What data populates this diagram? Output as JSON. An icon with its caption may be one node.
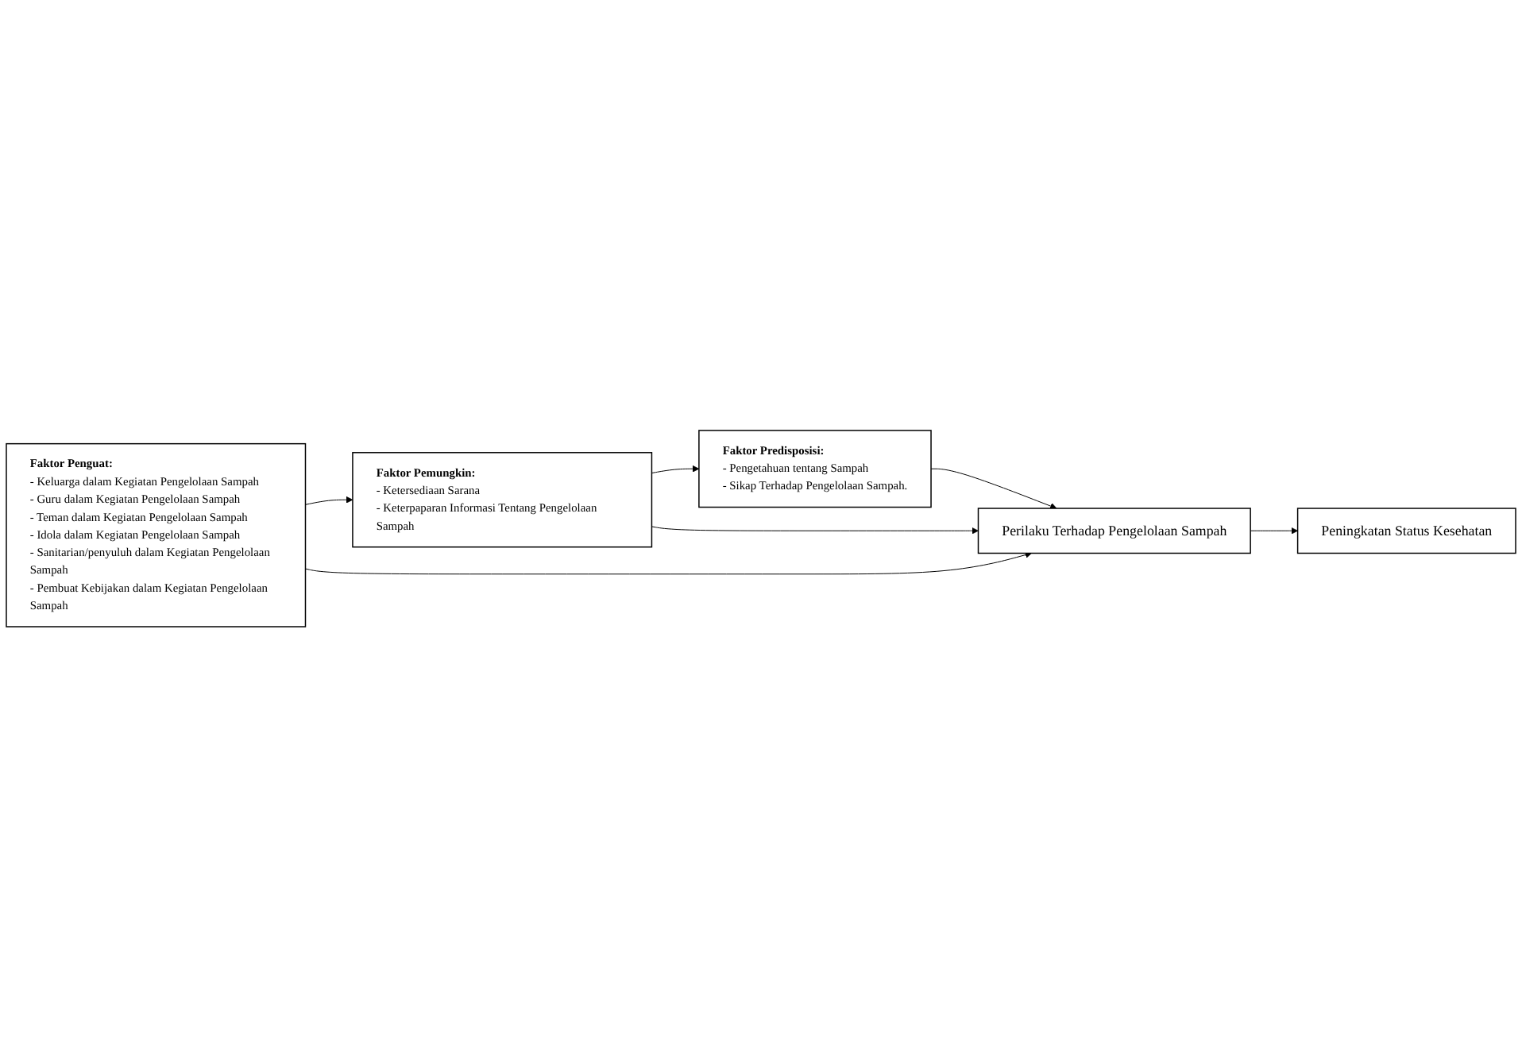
{
  "diagram": {
    "nodes": [
      {
        "text": [
          "Faktor Predisposisi:",
          "- Pengetahuan tentang Sampah",
          "- Sikap Terhadap Pengelolaan Sampah."
        ]
      },
      {
        "text": [
          "Faktor Pemungkin:",
          "- Ketersediaan Sarana",
          "- Keterpaparan Informasi Tentang Pengelolaan Sampah"
        ]
      },
      {
        "text": [
          "Faktor Penguat:",
          "- Keluarga dalam Kegiatan Pengelolaan Sampah",
          "- Guru dalam Kegiatan Pengelolaan Sampah",
          "- Teman dalam Kegiatan Pengelolaan Sampah",
          "- Idola dalam Kegiatan Pengelolaan Sampah",
          "- Sanitarian/penyuluh dalam Kegiatan Pengelolaan Sampah",
          "- Pembuat Kebijakan dalam Kegiatan Pengelolaan Sampah"
        ]
      },
      {
        "text": [
          "Perilaku Terhadap Pengelolaan Sampah"
        ]
      },
      {
        "text": [
          "Peningkatan Status Kesehatan"
        ]
      }
    ],
    "edges": [
      {
        "from": 1,
        "to": 0,
        "arrow": "to"
      },
      {
        "from": 2,
        "to": 1,
        "arrow": "to"
      },
      {
        "from": 0,
        "to": 3,
        "arrow": "to"
      },
      {
        "from": 1,
        "to": 3,
        "arrow": "to"
      },
      {
        "from": 2,
        "to": 3,
        "arrow": "to"
      },
      {
        "from": 3,
        "to": 4,
        "arrow": "to"
      }
    ]
  }
}
